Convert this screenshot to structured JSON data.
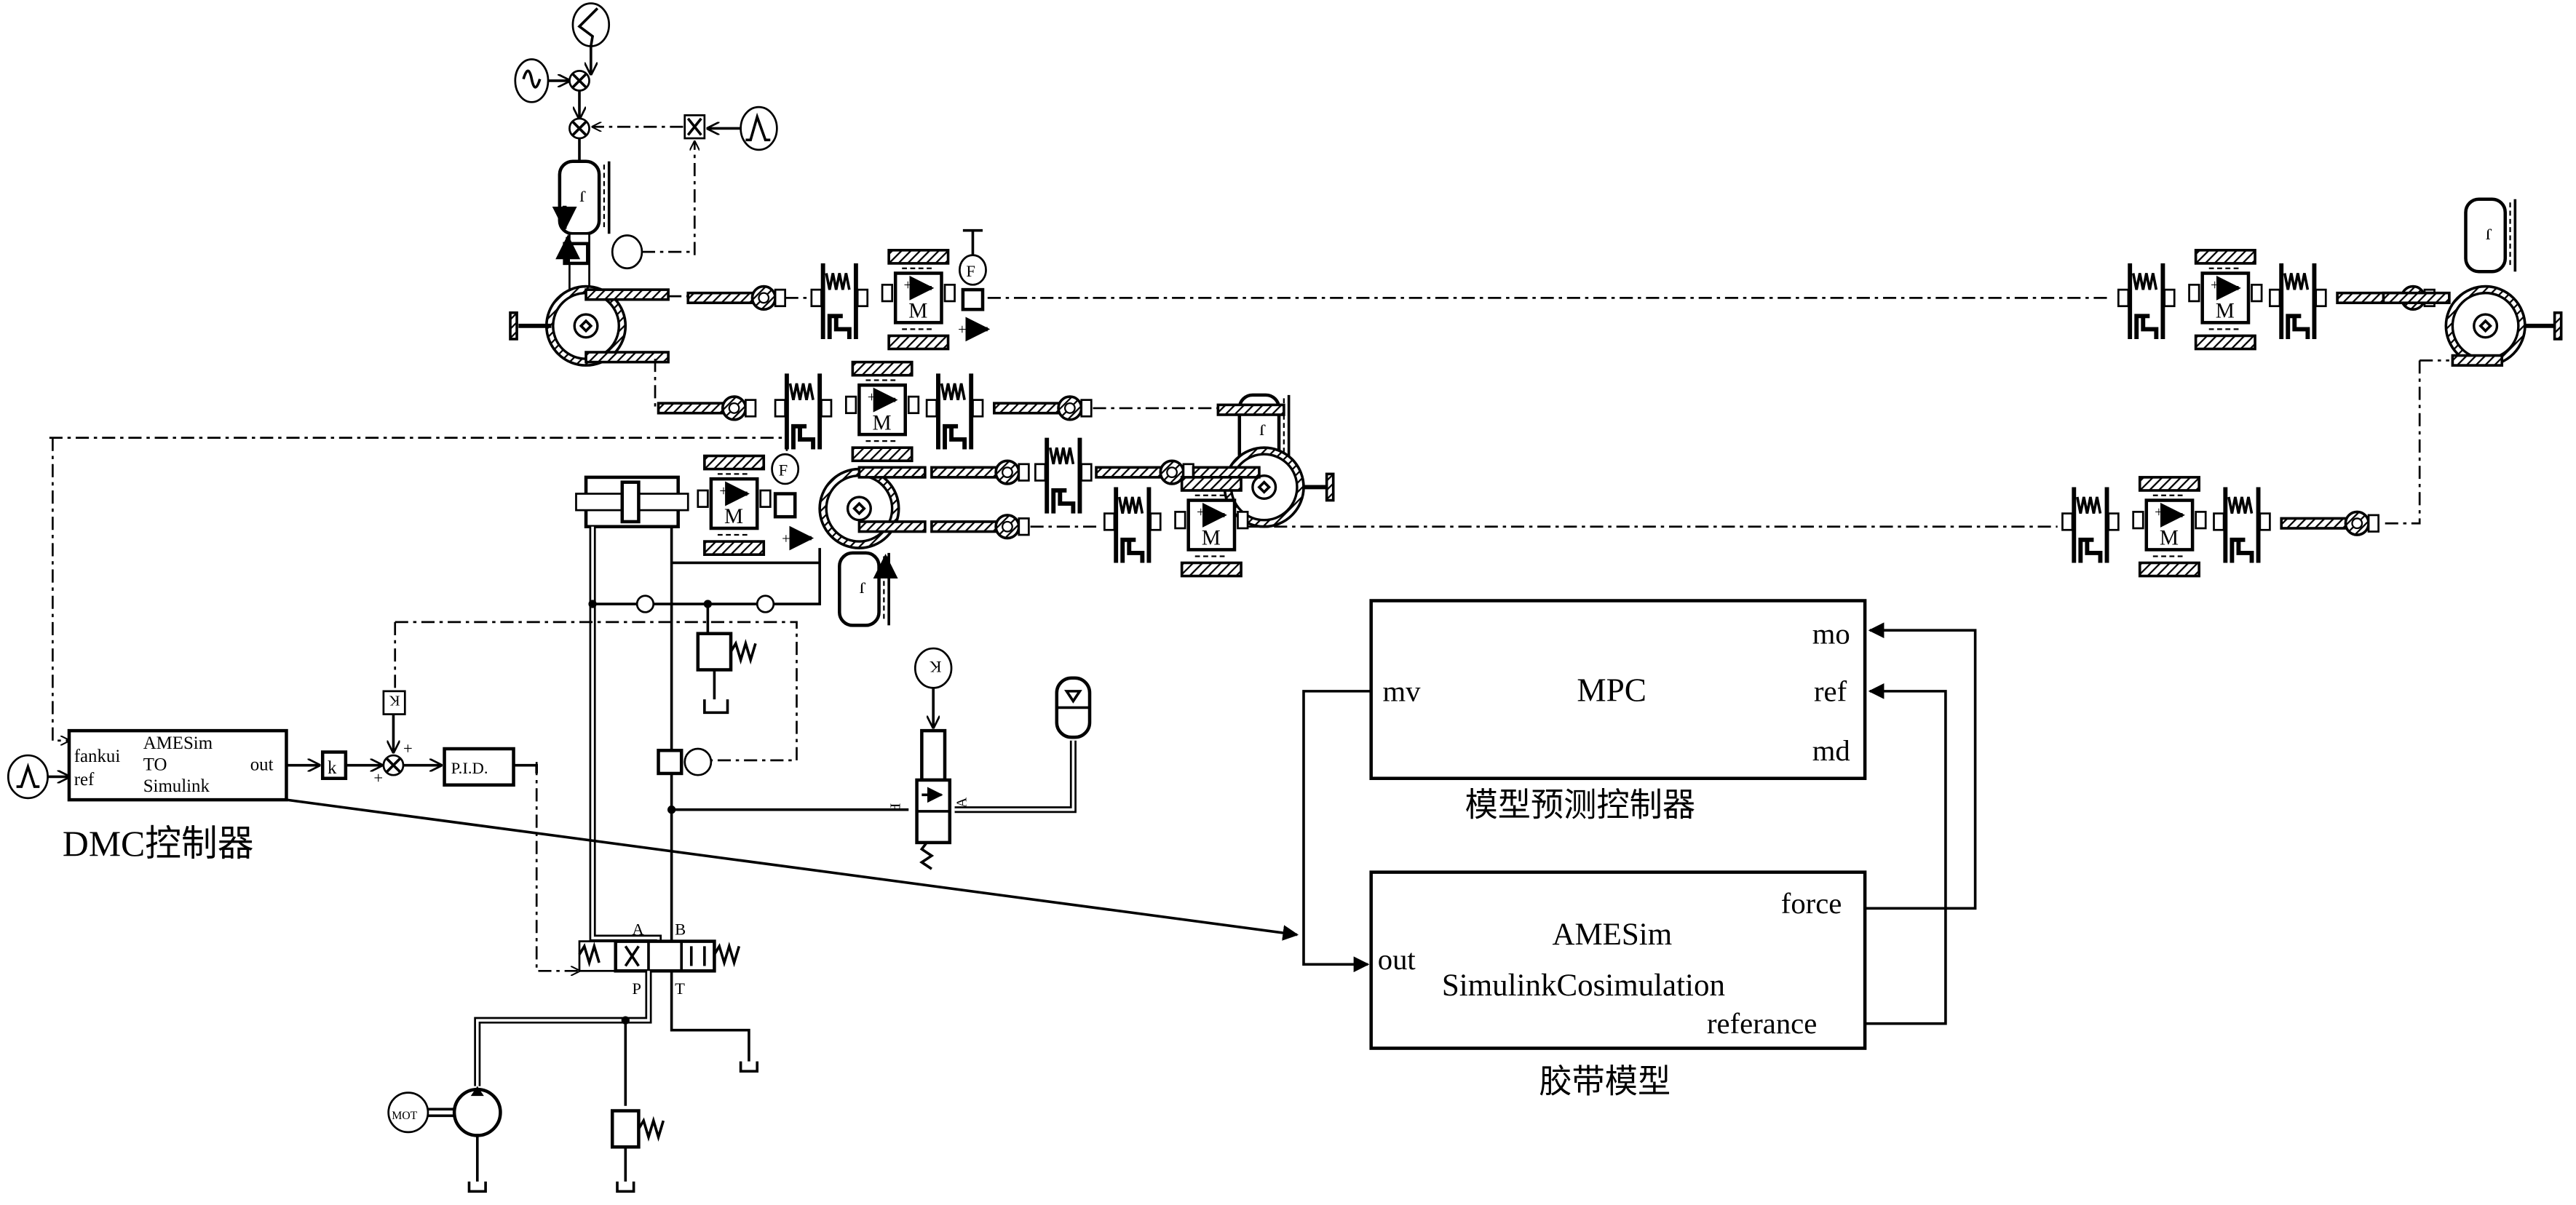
{
  "figure": {
    "dmc_block": {
      "inputs": [
        "fankui",
        "ref"
      ],
      "title_lines": [
        "AMESim",
        "TO",
        "Simulink"
      ],
      "output": "out",
      "caption": "DMC控制器"
    },
    "signal_chain": {
      "gain_label": "k",
      "pid_label": "P.I.D.",
      "sum_signs": [
        "+",
        "+"
      ],
      "constant_label": "K"
    },
    "mpc_block": {
      "title": "MPC",
      "input": "mv",
      "outputs": [
        "mo",
        "ref",
        "md"
      ],
      "caption": "模型预测控制器"
    },
    "belt_model_block": {
      "input": "out",
      "title_lines": [
        "AMESim",
        "SimulinkCosimulation"
      ],
      "outputs": [
        "force",
        "referance"
      ],
      "caption": "胶带模型"
    },
    "hydraulic": {
      "valve_ports": [
        "A",
        "B",
        "P",
        "T"
      ],
      "motor_label": "MOT",
      "solenoid_ports": [
        "P",
        "A"
      ],
      "solenoid_signal_label": "K"
    },
    "mechanical": {
      "mass_label": "M",
      "inertia_label": "J",
      "force_sensor_label": "F",
      "plus_sign": "+"
    }
  }
}
